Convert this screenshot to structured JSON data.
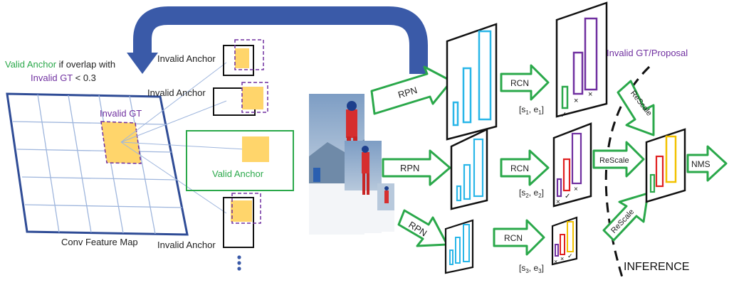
{
  "labels": {
    "valid_anchor_prefix": "Valid Anchor",
    "valid_anchor_suffix": " if overlap with",
    "invalid_gt_prefix": "Invalid GT",
    "invalid_gt_suffix": " < 0.3",
    "invalid_anchor": "Invalid Anchor",
    "invalid_gt": "Invalid GT",
    "valid_anchor": "Valid Anchor",
    "conv_feature_map": "Conv Feature Map",
    "rpn": "RPN",
    "rcn": "RCN",
    "rescale": "ReScale",
    "nms": "NMS",
    "inference": "INFERENCE",
    "invalid_gt_proposal": "Invalid GT/Proposal",
    "check_mark": "✓",
    "cross_mark": "×"
  },
  "scale_ranges": [
    {
      "open": "[s",
      "sub_s": "1",
      "mid": ", e",
      "sub_e": "1",
      "close": "]"
    },
    {
      "open": "[s",
      "sub_s": "2",
      "mid": ", e",
      "sub_e": "2",
      "close": "]"
    },
    {
      "open": "[s",
      "sub_s": "3",
      "mid": ", e",
      "sub_e": "3",
      "close": "]"
    }
  ],
  "colors": {
    "valid_green": "#2aa84a",
    "invalid_purple": "#7030a0",
    "proposal_cyan": "#29b6e8",
    "arrow_navy": "#3a5aa8",
    "grid_line": "#9fb6dd",
    "gt_fill": "#ffd56b",
    "red_box": "#e02020",
    "yellow_box": "#f2c200"
  },
  "icons": [
    "curved-arrow-icon",
    "green-arrow-icon",
    "check-icon",
    "cross-icon",
    "ellipsis-icon"
  ]
}
